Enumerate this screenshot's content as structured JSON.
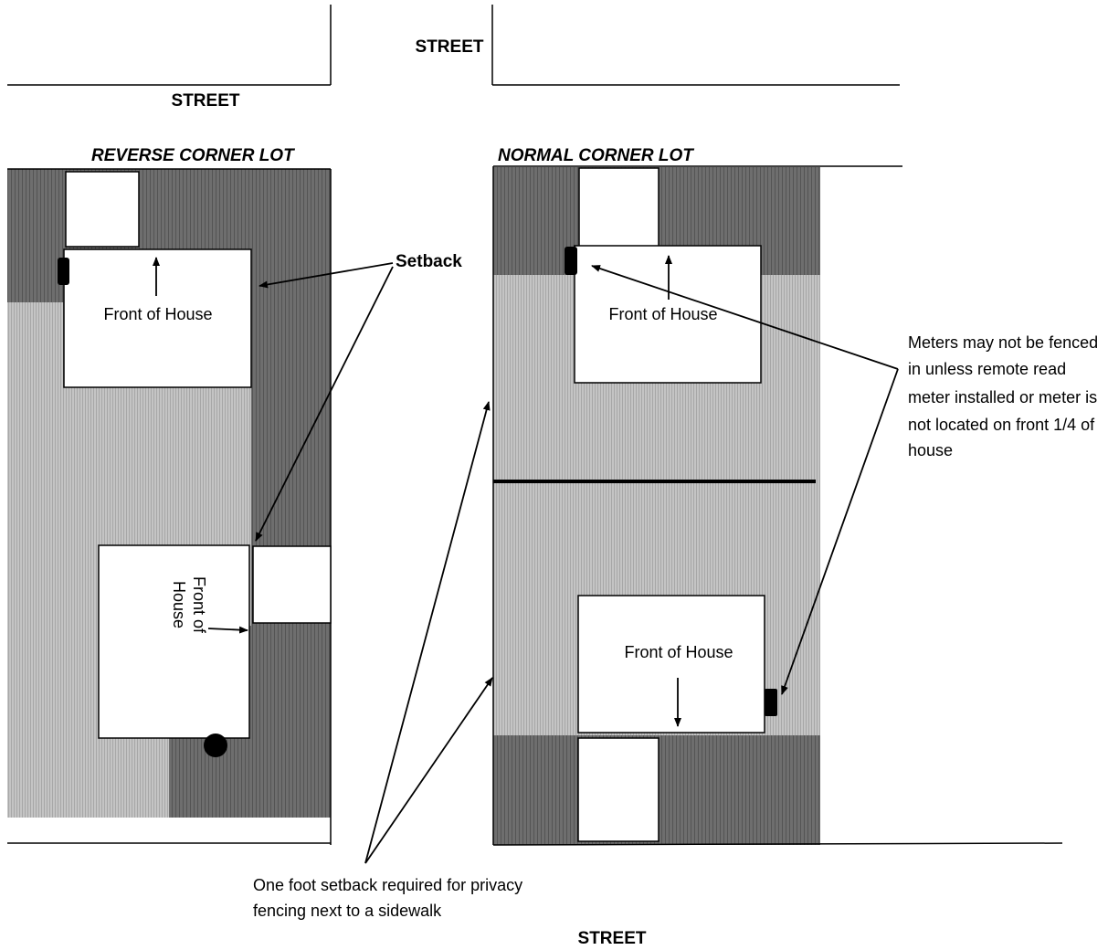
{
  "streets": {
    "top_center": "STREET",
    "top_left": "STREET",
    "bottom": "STREET"
  },
  "lots": {
    "reverse": {
      "title": "REVERSE CORNER LOT",
      "house_top_label": "Front of House",
      "house_bottom_label_line1": "Front of",
      "house_bottom_label_line2": "House"
    },
    "normal": {
      "title": "NORMAL CORNER LOT",
      "house_top_label": "Front of House",
      "house_bottom_label": "Front of House"
    }
  },
  "annotations": {
    "setback": "Setback",
    "meters_note": [
      "Meters may not be fenced",
      "in unless remote read",
      "meter installed or meter is",
      "not located on front 1/4 of",
      "house"
    ],
    "privacy_note": [
      "One foot setback required for privacy",
      "fencing next to a sidewalk"
    ]
  },
  "colors": {
    "dark_zone": "#6e6e6e",
    "light_zone": "#bdbdbd",
    "line": "#000000",
    "background": "#ffffff"
  }
}
